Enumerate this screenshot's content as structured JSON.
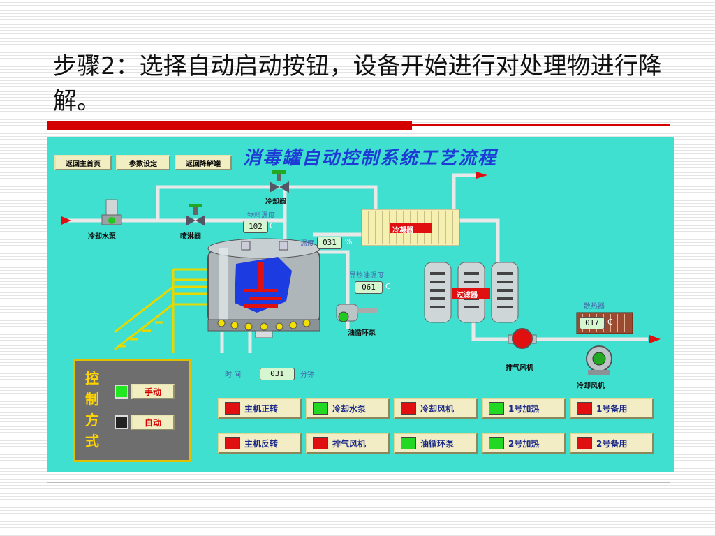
{
  "slide": {
    "title": "步骤2：选择自动启动按钮，设备开始进行对处理物进行降解。"
  },
  "hmi": {
    "title": "消毒罐自动控制系统工艺流程",
    "nav": [
      {
        "label": "返回主首页"
      },
      {
        "label": "参数设定"
      },
      {
        "label": "返回降解罐"
      }
    ],
    "equipment": {
      "cooling_pump": "冷却水泵",
      "spray_valve": "喷淋阀",
      "cooling_valve": "冷却阀",
      "condenser": "冷凝器",
      "filter": "过滤器",
      "oil_pump": "油循环泵",
      "exhaust_fan": "排气风机",
      "radiator": "散热器",
      "cooling_fan": "冷却风机"
    },
    "readings": {
      "material_temp_label": "物料温度",
      "material_temp": "102",
      "material_temp_unit": "C",
      "second_label": "温度",
      "second_value": "031",
      "second_unit": "%",
      "oil_temp_label": "导热油温度",
      "oil_temp": "061",
      "oil_temp_unit": "C",
      "radiator_temp": "017",
      "radiator_temp_unit": "C",
      "time_label": "时 间",
      "time_value": "031",
      "time_unit": "分钟"
    },
    "control": {
      "title": "控制方式",
      "modes": [
        {
          "label": "手动",
          "lamp_color": "#22e822"
        },
        {
          "label": "自动",
          "lamp_color": "#222222"
        }
      ]
    },
    "status_buttons": [
      {
        "label": "主机正转",
        "color": "#e01010"
      },
      {
        "label": "冷却水泵",
        "color": "#22d822"
      },
      {
        "label": "冷却风机",
        "color": "#e01010"
      },
      {
        "label": "1号加热",
        "color": "#22d822"
      },
      {
        "label": "1号备用",
        "color": "#e01010"
      },
      {
        "label": "主机反转",
        "color": "#e01010"
      },
      {
        "label": "排气风机",
        "color": "#e01010"
      },
      {
        "label": "油循环泵",
        "color": "#22d822"
      },
      {
        "label": "2号加热",
        "color": "#22d822"
      },
      {
        "label": "2号备用",
        "color": "#e01010"
      }
    ],
    "colors": {
      "background": "#3fe0cf",
      "title": "#1e3bd6",
      "accent_red": "#d40000"
    }
  }
}
